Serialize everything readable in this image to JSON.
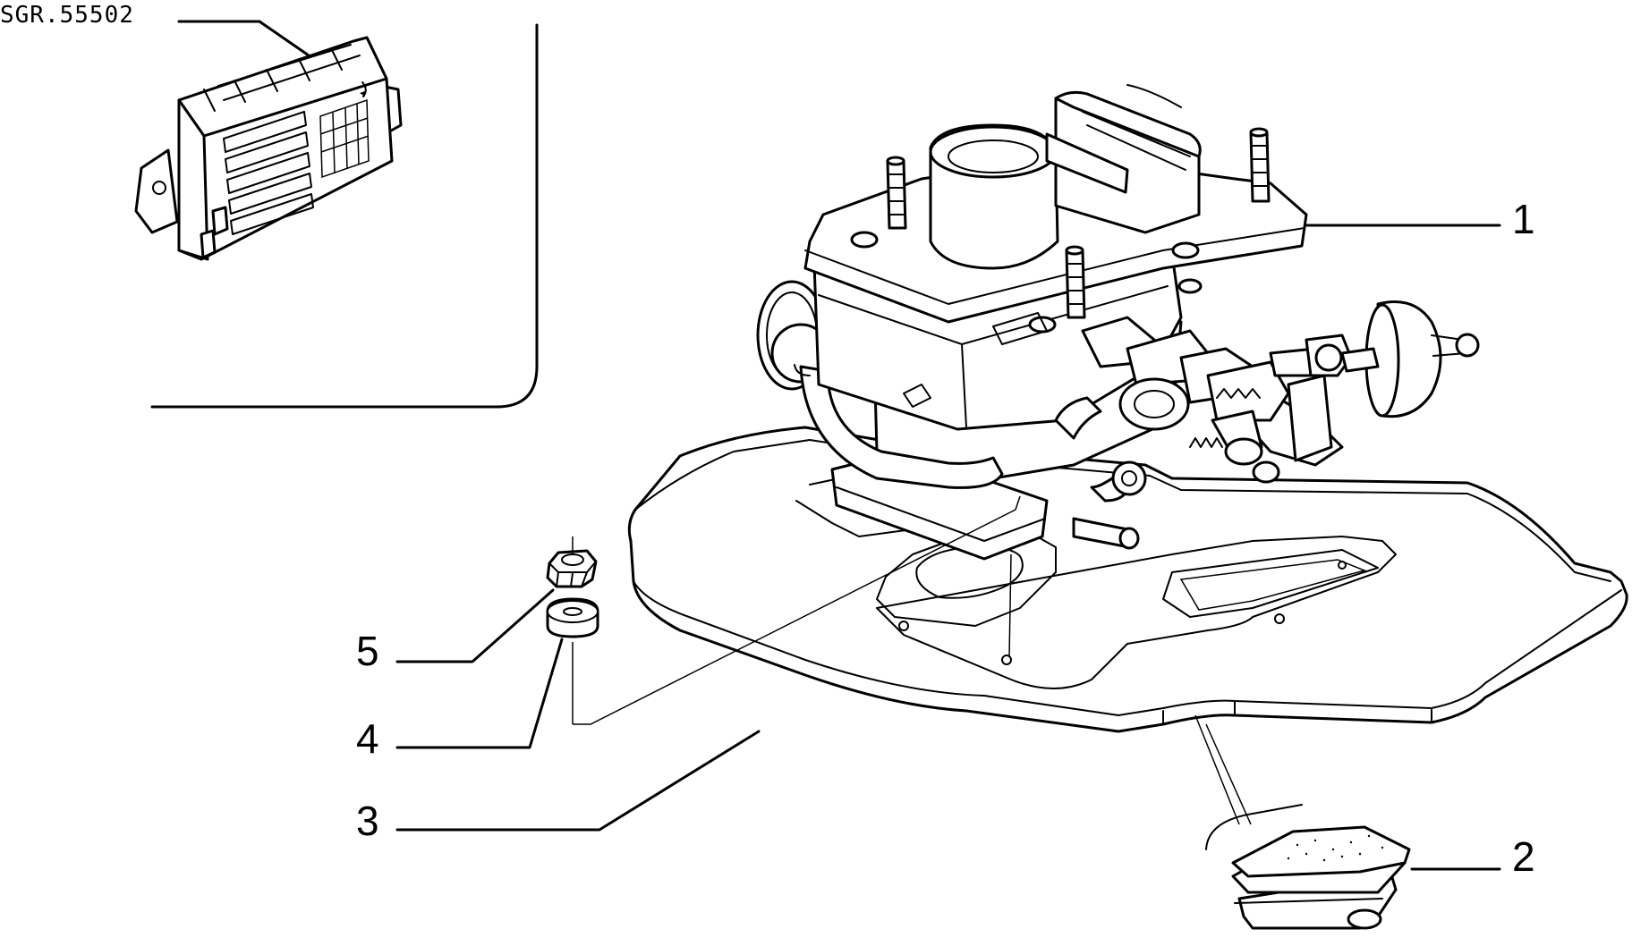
{
  "diagram": {
    "reference_code": "SGR.55502",
    "callouts": [
      {
        "id": "1",
        "label": "1"
      },
      {
        "id": "2",
        "label": "2"
      },
      {
        "id": "3",
        "label": "3"
      },
      {
        "id": "4",
        "label": "4"
      },
      {
        "id": "5",
        "label": "5"
      }
    ],
    "parts": [
      "carburettor",
      "plug",
      "base-plate",
      "washer",
      "nut",
      "fuse-box-inset"
    ]
  }
}
